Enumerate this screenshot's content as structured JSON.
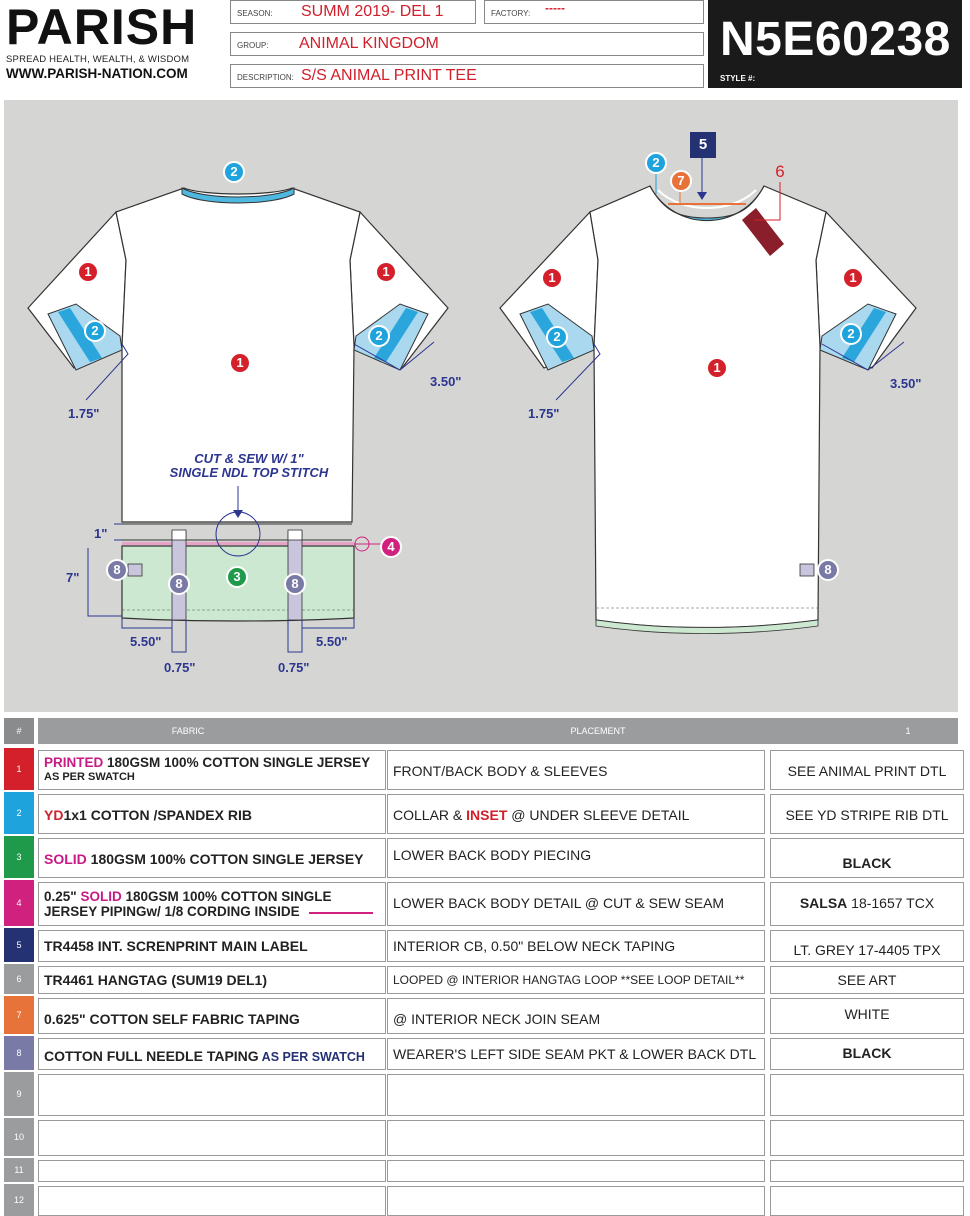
{
  "header": {
    "brand": "PARISH",
    "tagline": "SPREAD HEALTH, WEALTH, & WISDOM",
    "website": "WWW.PARISH-NATION.COM",
    "season_label": "SEASON:",
    "season_value": "SUMM 2019- DEL 1",
    "factory_label": "FACTORY:",
    "factory_value": "-----",
    "group_label": "GROUP:",
    "group_value": "ANIMAL KINGDOM",
    "description_label": "DESCRIPTION:",
    "description_value": "S/S ANIMAL PRINT TEE",
    "style_number": "N5E60238",
    "style_label": "STYLE #:"
  },
  "sketch": {
    "back_callouts": {
      "collar": "2",
      "left_sleeve_body": "1",
      "right_sleeve_body": "1",
      "left_sleeve_inset": "2",
      "right_sleeve_inset": "2",
      "body": "1",
      "lower_panel": "3",
      "piping": "4",
      "side_tab": "8",
      "tape_left": "8",
      "tape_right": "8"
    },
    "front_callouts": {
      "collar": "2",
      "taping": "7",
      "label": "5",
      "hangtag": "6",
      "left_sleeve_body": "1",
      "right_sleeve_body": "1",
      "left_sleeve_inset": "2",
      "right_sleeve_inset": "2",
      "body": "1",
      "side_tab": "8"
    },
    "measurements": {
      "back_sleeve_left": "1.75\"",
      "back_sleeve_right": "3.50\"",
      "front_sleeve_left": "1.75\"",
      "front_sleeve_right": "3.50\"",
      "seam_drop": "1\"",
      "panel_height": "7\"",
      "tape_offset_left": "5.50\"",
      "tape_offset_right": "5.50\"",
      "tape_width_left": "0.75\"",
      "tape_width_right": "0.75\""
    },
    "note_line1": "CUT & SEW W/ 1\"",
    "note_line2": "SINGLE NDL TOP STITCH",
    "colors": {
      "callout_red": "#d4202a",
      "callout_blue": "#1ea3dc",
      "callout_green": "#1f9a4b",
      "callout_purple": "#7a7aa6",
      "callout_orange": "#e8733a",
      "callout_navy": "#243173",
      "callout_magenta": "#d0217f",
      "panel_green": "#cde8d1",
      "rib_blue": "#4fb8e0",
      "hangtag_maroon": "#8a1e2a"
    }
  },
  "table": {
    "headers": {
      "num": "#",
      "fabric": "FABRIC",
      "placement": "PLACEMENT",
      "col1": "1"
    },
    "rows": [
      {
        "num": "1",
        "color": "#d4202a",
        "fabric_pre": "PRINTED",
        "fabric_main": " 180GSM 100% COTTON SINGLE JERSEY",
        "fabric_sub": "AS PER SWATCH",
        "placement_pre": "FRONT/BACK BODY & SLEEVES",
        "placement_hl": "",
        "placement_post": "",
        "col1_bold": "",
        "col1_text": "SEE ANIMAL PRINT DTL"
      },
      {
        "num": "2",
        "color": "#1ea3dc",
        "fabric_pre": "YD",
        "fabric_main": "1x1 COTTON /SPANDEX RIB",
        "fabric_sub": "",
        "placement_pre": "COLLAR & ",
        "placement_hl": "INSET",
        "placement_post": " @ UNDER SLEEVE DETAIL",
        "col1_bold": "",
        "col1_text": "SEE YD STRIPE RIB DTL"
      },
      {
        "num": "3",
        "color": "#1f9a4b",
        "fabric_pre": "SOLID",
        "fabric_main": " 180GSM 100% COTTON SINGLE JERSEY",
        "fabric_sub": "",
        "placement_pre": "LOWER BACK BODY PIECING",
        "placement_hl": "",
        "placement_post": "",
        "col1_bold": "BLACK",
        "col1_text": ""
      },
      {
        "num": "4",
        "color": "#d0217f",
        "fabric_pre": "",
        "fabric_main": "",
        "fabric_sub": "",
        "fab4_a": "0.25\" ",
        "fab4_b": "SOLID",
        "fab4_c": " 180GSM 100% COTTON SINGLE",
        "fab4_d": "JERSEY PIPINGw/ 1/8 CORDING INSIDE",
        "placement_pre": "LOWER BACK BODY DETAIL @ CUT & SEW SEAM",
        "placement_hl": "",
        "placement_post": "",
        "col1_bold": "SALSA",
        "col1_text": " 18-1657 TCX"
      },
      {
        "num": "5",
        "color": "#243173",
        "fabric_pre": "",
        "fabric_main": "TR4458 INT. SCRENPRINT MAIN LABEL",
        "fabric_sub": "",
        "placement_pre": "INTERIOR CB, 0.50\" BELOW NECK TAPING",
        "placement_hl": "",
        "placement_post": "",
        "col1_bold": "",
        "col1_text": "LT. GREY 17-4405 TPX"
      },
      {
        "num": "6",
        "color": "#9b9c9e",
        "fabric_pre": "",
        "fabric_main": "TR4461 HANGTAG (SUM19 DEL1)",
        "fabric_sub": "",
        "placement_pre": "LOOPED @ INTERIOR HANGTAG LOOP **SEE LOOP DETAIL**",
        "placement_hl": "",
        "placement_post": "",
        "col1_bold": "",
        "col1_text": "SEE ART"
      },
      {
        "num": "7",
        "color": "#e8733a",
        "fabric_pre": "",
        "fabric_main": "0.625\" COTTON SELF FABRIC TAPING",
        "fabric_sub": "",
        "placement_pre": "@ INTERIOR NECK JOIN SEAM",
        "placement_hl": "",
        "placement_post": "",
        "col1_bold": "",
        "col1_text": "WHITE"
      },
      {
        "num": "8",
        "color": "#7a7aa6",
        "fabric_pre": "",
        "fabric_main": "COTTON FULL NEEDLE TAPING",
        "fabric_sub": "",
        "fabric_post": " AS PER SWATCH",
        "placement_pre": "WEARER'S LEFT SIDE SEAM PKT & LOWER BACK DTL",
        "placement_hl": "",
        "placement_post": "",
        "col1_bold": "BLACK",
        "col1_text": ""
      },
      {
        "num": "9",
        "color": "#9b9c9e"
      },
      {
        "num": "10",
        "color": "#9b9c9e"
      },
      {
        "num": "11",
        "color": "#9b9c9e"
      },
      {
        "num": "12",
        "color": "#9b9c9e"
      }
    ]
  }
}
